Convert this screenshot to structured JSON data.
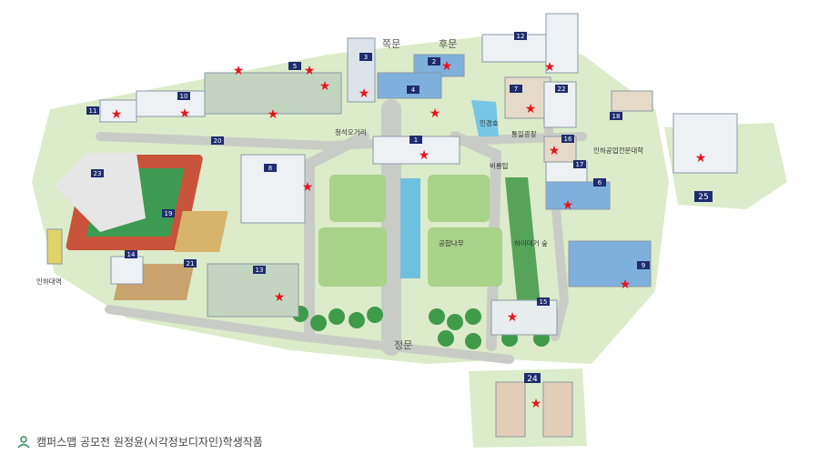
{
  "map": {
    "gates": {
      "side": "쪽문",
      "back": "후문",
      "main": "정문"
    },
    "place_labels": {
      "crossroad": "청석오거리",
      "lake": "인경호",
      "square": "통일광장",
      "monument": "비룡탑",
      "tree": "공합나무",
      "forest": "하이데거 숲",
      "college": "인하공업전문대학",
      "station": "인하대역"
    },
    "building_numbers": {
      "b1": "1",
      "b2": "2",
      "b3": "3",
      "b4": "4",
      "b5": "5",
      "b6": "6",
      "b7": "7",
      "b8": "8",
      "b9": "9",
      "b10": "10",
      "b11": "11",
      "b12": "12",
      "b13": "13",
      "b14": "14",
      "b15": "15",
      "b16": "16",
      "b17": "17",
      "b18": "18",
      "b19": "19",
      "b20": "20",
      "b21": "21",
      "b22": "22",
      "b23": "23",
      "b24": "24",
      "b25": "25"
    },
    "colors": {
      "ground": "#dcebc9",
      "lawn": "#a9d28a",
      "road": "#c9ccc6",
      "badge": "#1f2d6e",
      "star": "#e8141c",
      "track": "#c8533a"
    }
  },
  "footer": {
    "credit": "캠퍼스맵 공모전 원정윤(시각정보디자인)학생작품"
  }
}
